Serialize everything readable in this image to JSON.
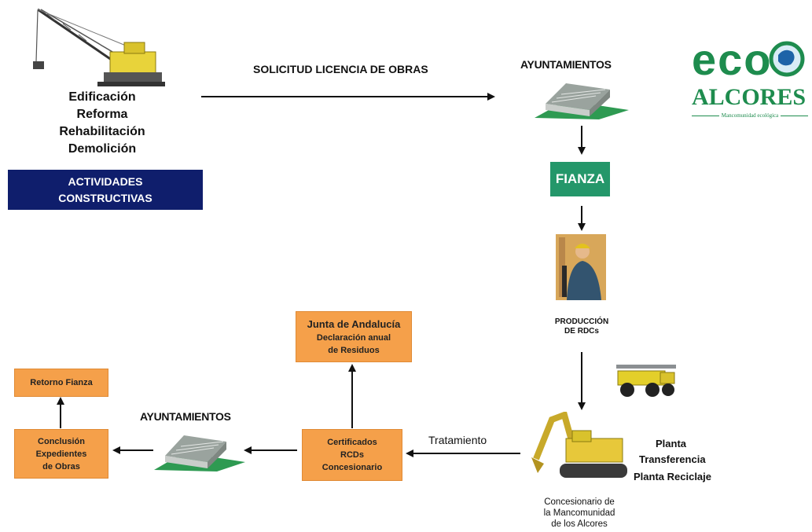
{
  "top": {
    "activities": [
      "Edificación",
      "Reforma",
      "Rehabilitación",
      "Demolición"
    ],
    "actividades_box": [
      "ACTIVIDADES",
      "CONSTRUCTIVAS"
    ],
    "solicitud_label": "SOLICITUD LICENCIA DE OBRAS",
    "ayuntamientos_top": "AYUNTAMIENTOS",
    "fianza": "FIANZA",
    "produccion": [
      "PRODUCCIÓN",
      "DE RDCs"
    ]
  },
  "logo": {
    "eco": "eco",
    "alcores": "ALCORES",
    "subtitle": "Mancomunidad ecológica",
    "colors": {
      "green": "#1e8c4e",
      "blue": "#1d63a8"
    }
  },
  "plant": {
    "labels": [
      "Planta",
      "Transferencia",
      "Planta Reciclaje"
    ],
    "concesionario": [
      "Concesionario de",
      "la Mancomunidad",
      "de los Alcores"
    ],
    "tratamiento": "Tratamiento"
  },
  "bottom": {
    "certificados": [
      "Certificados",
      "RCDs",
      "Concesionario"
    ],
    "junta_title": "Junta de Andalucía",
    "junta_lines": [
      "Declaración anual",
      "de Residuos"
    ],
    "ayuntamientos_bottom": "AYUNTAMIENTOS",
    "conclusion": [
      "Conclusión",
      "Expedientes",
      "de Obras"
    ],
    "retorno": "Retorno Fianza"
  },
  "colors": {
    "orange": "#f5a04a",
    "navy": "#0f1e6c",
    "green": "#24976a"
  }
}
